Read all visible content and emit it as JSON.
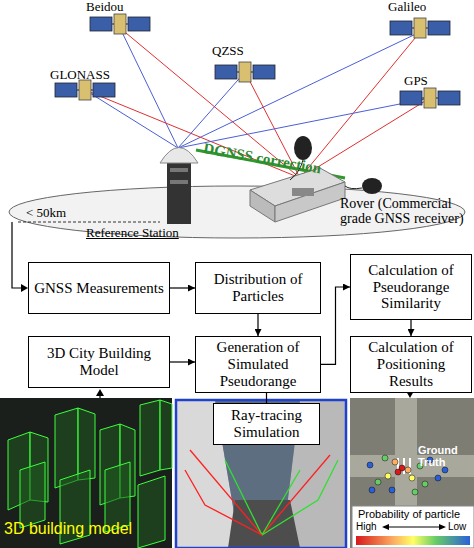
{
  "diagram": {
    "nodes": [
      {
        "text": [
          "GNSS Measurements"
        ]
      },
      {
        "text": [
          "Distribution of Particles"
        ]
      },
      {
        "text": [
          "Calculation of Pseudorange Similarity"
        ]
      },
      {
        "text": [
          "3D City Building Model"
        ]
      },
      {
        "text": [
          "Generation of Simulated Pseudorange"
        ]
      },
      {
        "text": [
          "Calculation of Positioning Results"
        ]
      },
      {
        "text": [
          "Ray-tracing Simulation"
        ]
      }
    ],
    "edges": [
      {
        "from": 0,
        "to": 1,
        "arrow": "to"
      },
      {
        "from": 1,
        "to": 4,
        "arrow": "to"
      },
      {
        "from": 3,
        "to": 4,
        "arrow": "to"
      },
      {
        "from": 4,
        "to": 2,
        "arrow": "to"
      },
      {
        "from": 2,
        "to": 5,
        "arrow": "to"
      },
      {
        "from": 4,
        "to": 6,
        "arrow": "none"
      }
    ],
    "labels": [
      "Beidou",
      "Galileo",
      "GLONASS",
      "QZSS",
      "GPS",
      "DGNSS correction",
      "< 50km",
      "Reference Station",
      "Rover (Commercial grade GNSS receiver)",
      "3D building model",
      "Ground Truth",
      "Probability of particle",
      "High",
      "Low"
    ]
  }
}
